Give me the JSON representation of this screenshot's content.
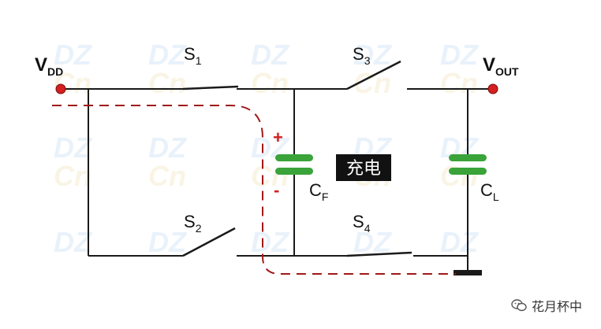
{
  "diagram": {
    "vdd": {
      "main": "V",
      "sub": "DD"
    },
    "vout": {
      "main": "V",
      "sub": "OUT"
    },
    "s1": {
      "main": "S",
      "sub": "1"
    },
    "s2": {
      "main": "S",
      "sub": "2"
    },
    "s3": {
      "main": "S",
      "sub": "3"
    },
    "s4": {
      "main": "S",
      "sub": "4"
    },
    "cf": {
      "main": "C",
      "sub": "F"
    },
    "cl": {
      "main": "C",
      "sub": "L"
    },
    "plus": "+",
    "minus": "-",
    "charge_label": "充电",
    "watermark_top": "DZ",
    "watermark_bottom": "Cn"
  },
  "footer": {
    "label": "花月杯中",
    "icon": "wechat-icon"
  },
  "colors": {
    "wire": "#1a1a1a",
    "capacitor": "#3aa33a",
    "node": "#d42020",
    "path": "#a01818",
    "plus": "#d42020",
    "label_bg": "#111111",
    "label_fg": "#ffffff",
    "watermark_dz": "#9fc5ee",
    "watermark_cn": "#e8cf88"
  }
}
